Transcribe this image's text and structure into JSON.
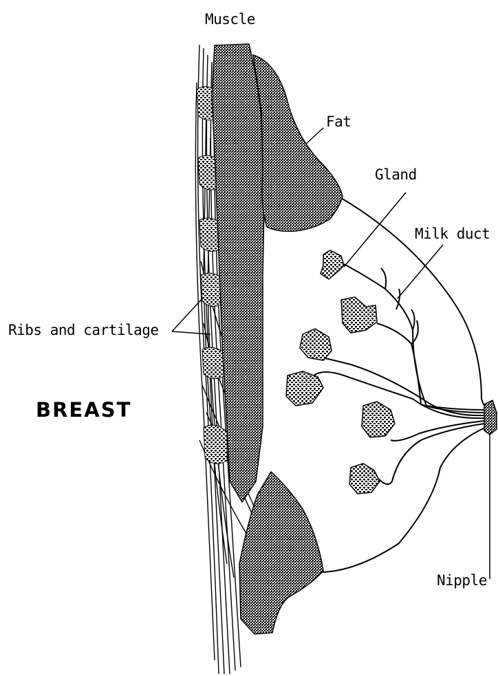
{
  "diagram": {
    "title": "BREAST",
    "labels": {
      "muscle": "Muscle",
      "fat": "Fat",
      "gland": "Gland",
      "milk_duct": "Milk duct",
      "ribs_and_cartilage": "Ribs and cartilage",
      "nipple": "Nipple"
    }
  }
}
